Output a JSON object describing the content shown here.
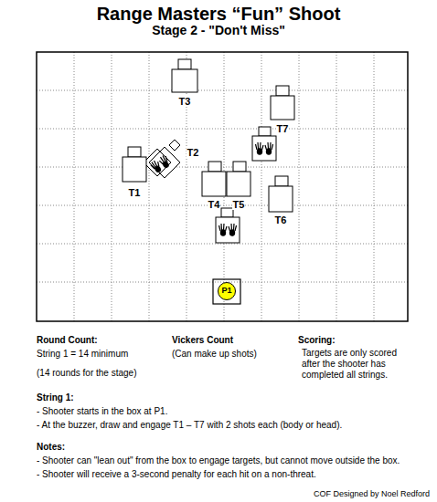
{
  "diagram": {
    "title": "Range Masters “Fun” Shoot",
    "nodes": [
      {
        "text": [
          "T3"
        ]
      },
      {
        "text": [
          "T7"
        ]
      },
      {
        "text": [
          "T2"
        ]
      },
      {
        "text": [
          "T1"
        ]
      },
      {
        "text": [
          "T4"
        ]
      },
      {
        "text": [
          "T5"
        ]
      },
      {
        "text": [
          "T6"
        ]
      },
      {
        "text": [
          "P1"
        ]
      }
    ],
    "labels": [
      "Stage 2 - \"Don't Miss\"",
      "Round Count:",
      "String 1 = 14 minimum",
      "(14 rounds for the stage)",
      "Vickers Count",
      "(Can make up shots)",
      "Scoring:",
      "Targets are only scored after the shooter has completed all strings.",
      "String 1:",
      "- Shooter starts in the box at P1.",
      "- At the buzzer, draw and engage T1 – T7 with 2 shots each (body or head).",
      "Notes:",
      "- Shooter can \"lean out\" from the box to engage targets, but cannot move outside the box.",
      "- Shooter will receive a 3-second penalty for each hit on a non-threat.",
      "COF Designed by Noel Redford"
    ]
  }
}
